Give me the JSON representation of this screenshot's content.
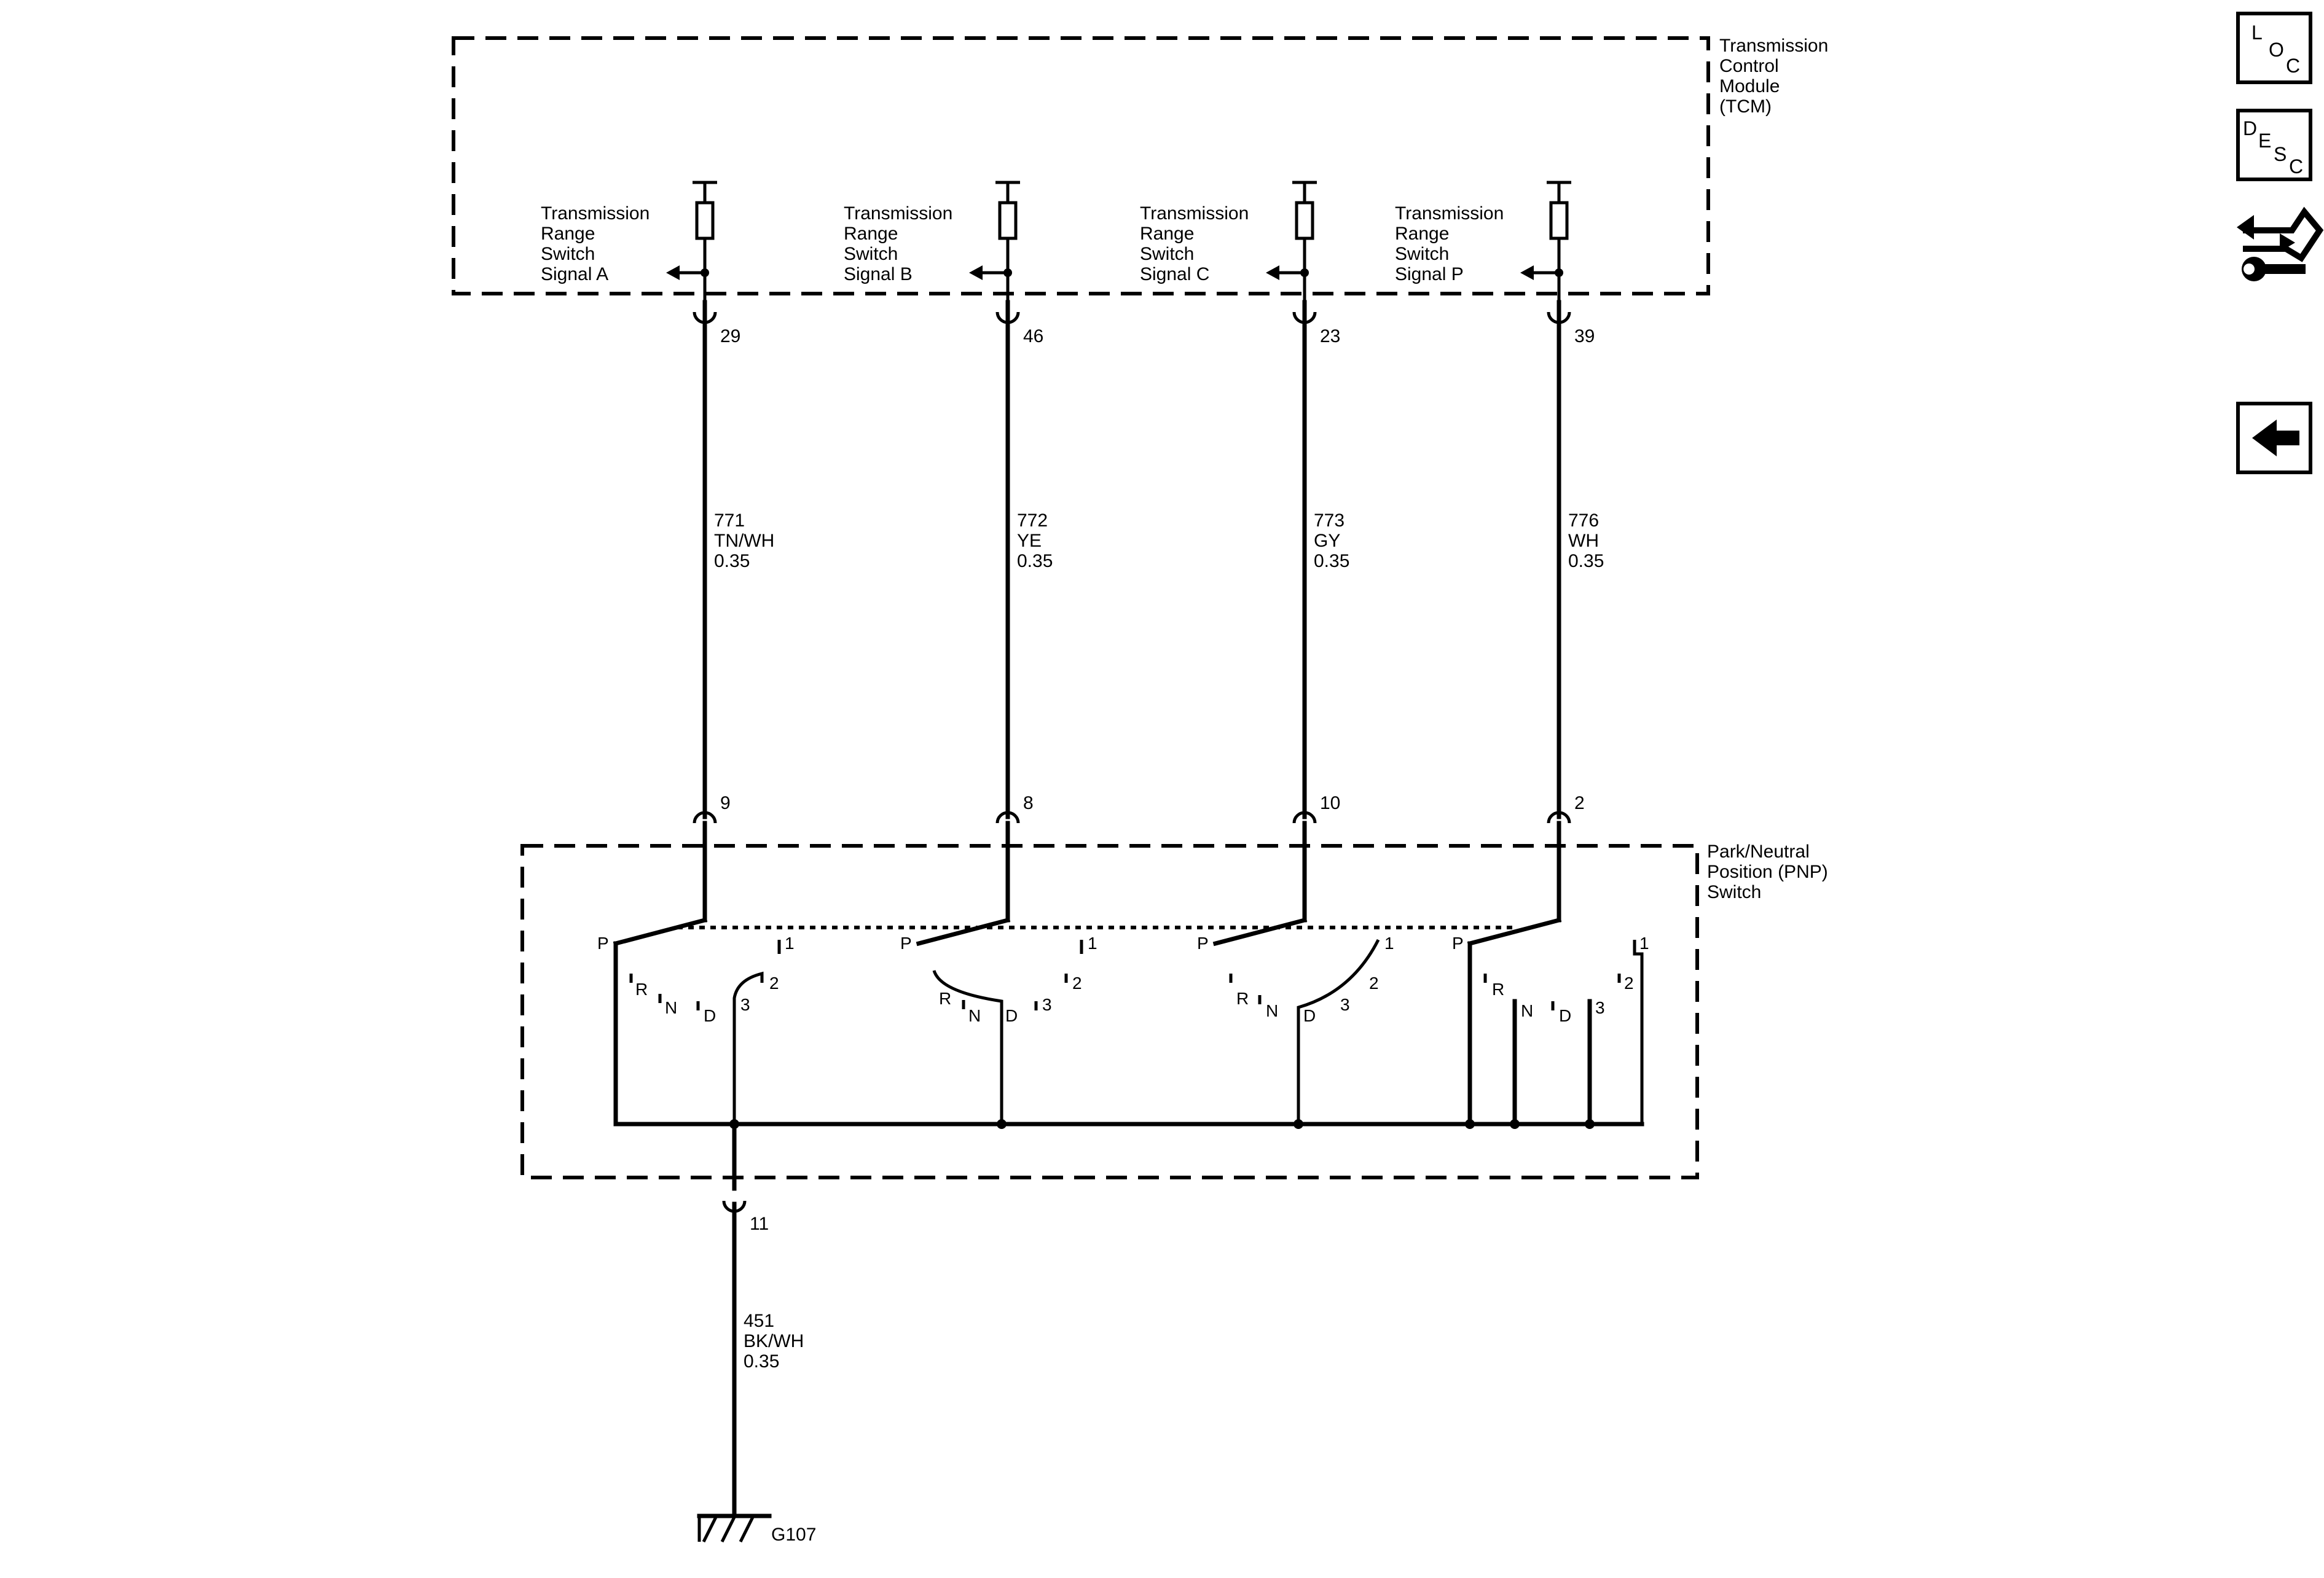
{
  "tcm": {
    "label": [
      "Transmission",
      "Control",
      "Module",
      "(TCM)"
    ]
  },
  "pnp": {
    "label": [
      "Park/Neutral",
      "Position (PNP)",
      "Switch"
    ]
  },
  "circuits": [
    {
      "name": [
        "Transmission",
        "Range",
        "Switch",
        "Signal A"
      ],
      "tcm_pin": "29",
      "switch_pin": "9",
      "wire": [
        "771",
        "TN/WH",
        "0.35"
      ]
    },
    {
      "name": [
        "Transmission",
        "Range",
        "Switch",
        "Signal B"
      ],
      "tcm_pin": "46",
      "switch_pin": "8",
      "wire": [
        "772",
        "YE",
        "0.35"
      ]
    },
    {
      "name": [
        "Transmission",
        "Range",
        "Switch",
        "Signal C"
      ],
      "tcm_pin": "23",
      "switch_pin": "10",
      "wire": [
        "773",
        "GY",
        "0.35"
      ]
    },
    {
      "name": [
        "Transmission",
        "Range",
        "Switch",
        "Signal P"
      ],
      "tcm_pin": "39",
      "switch_pin": "2",
      "wire": [
        "776",
        "WH",
        "0.35"
      ]
    }
  ],
  "positions": [
    "P",
    "R",
    "N",
    "D",
    "3",
    "2",
    "1"
  ],
  "ground": {
    "pin": "11",
    "wire": [
      "451",
      "BK/WH",
      "0.35"
    ],
    "label": "G107"
  },
  "nav": {
    "loc": [
      "L",
      "O",
      "C"
    ],
    "desc": [
      "D",
      "E",
      "S",
      "C"
    ],
    "connector_icon": "connector-wrench-icon",
    "back_icon": "back-arrow-icon"
  }
}
